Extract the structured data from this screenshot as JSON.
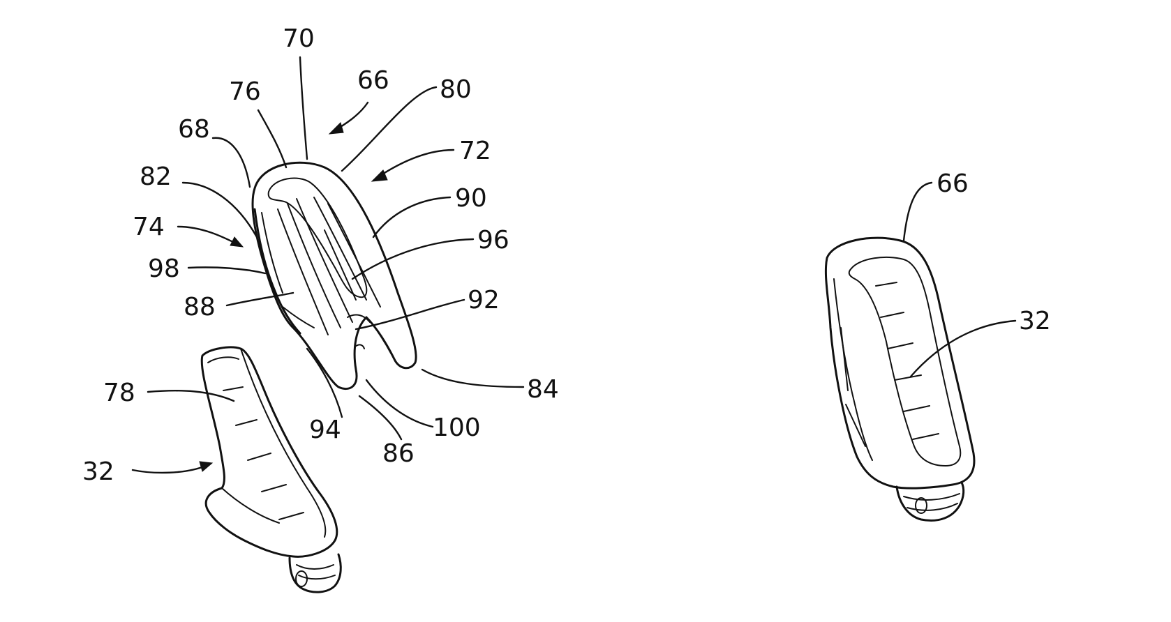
{
  "figure": {
    "left_view": {
      "labels": {
        "l70": "70",
        "l66": "66",
        "l80": "80",
        "l76": "76",
        "l68": "68",
        "l72": "72",
        "l82": "82",
        "l90": "90",
        "l74": "74",
        "l96": "96",
        "l98": "98",
        "l92": "92",
        "l88": "88",
        "l84": "84",
        "l78": "78",
        "l94": "94",
        "l100": "100",
        "l86": "86",
        "l32": "32"
      }
    },
    "right_view": {
      "labels": {
        "l66": "66",
        "l32": "32"
      }
    }
  }
}
